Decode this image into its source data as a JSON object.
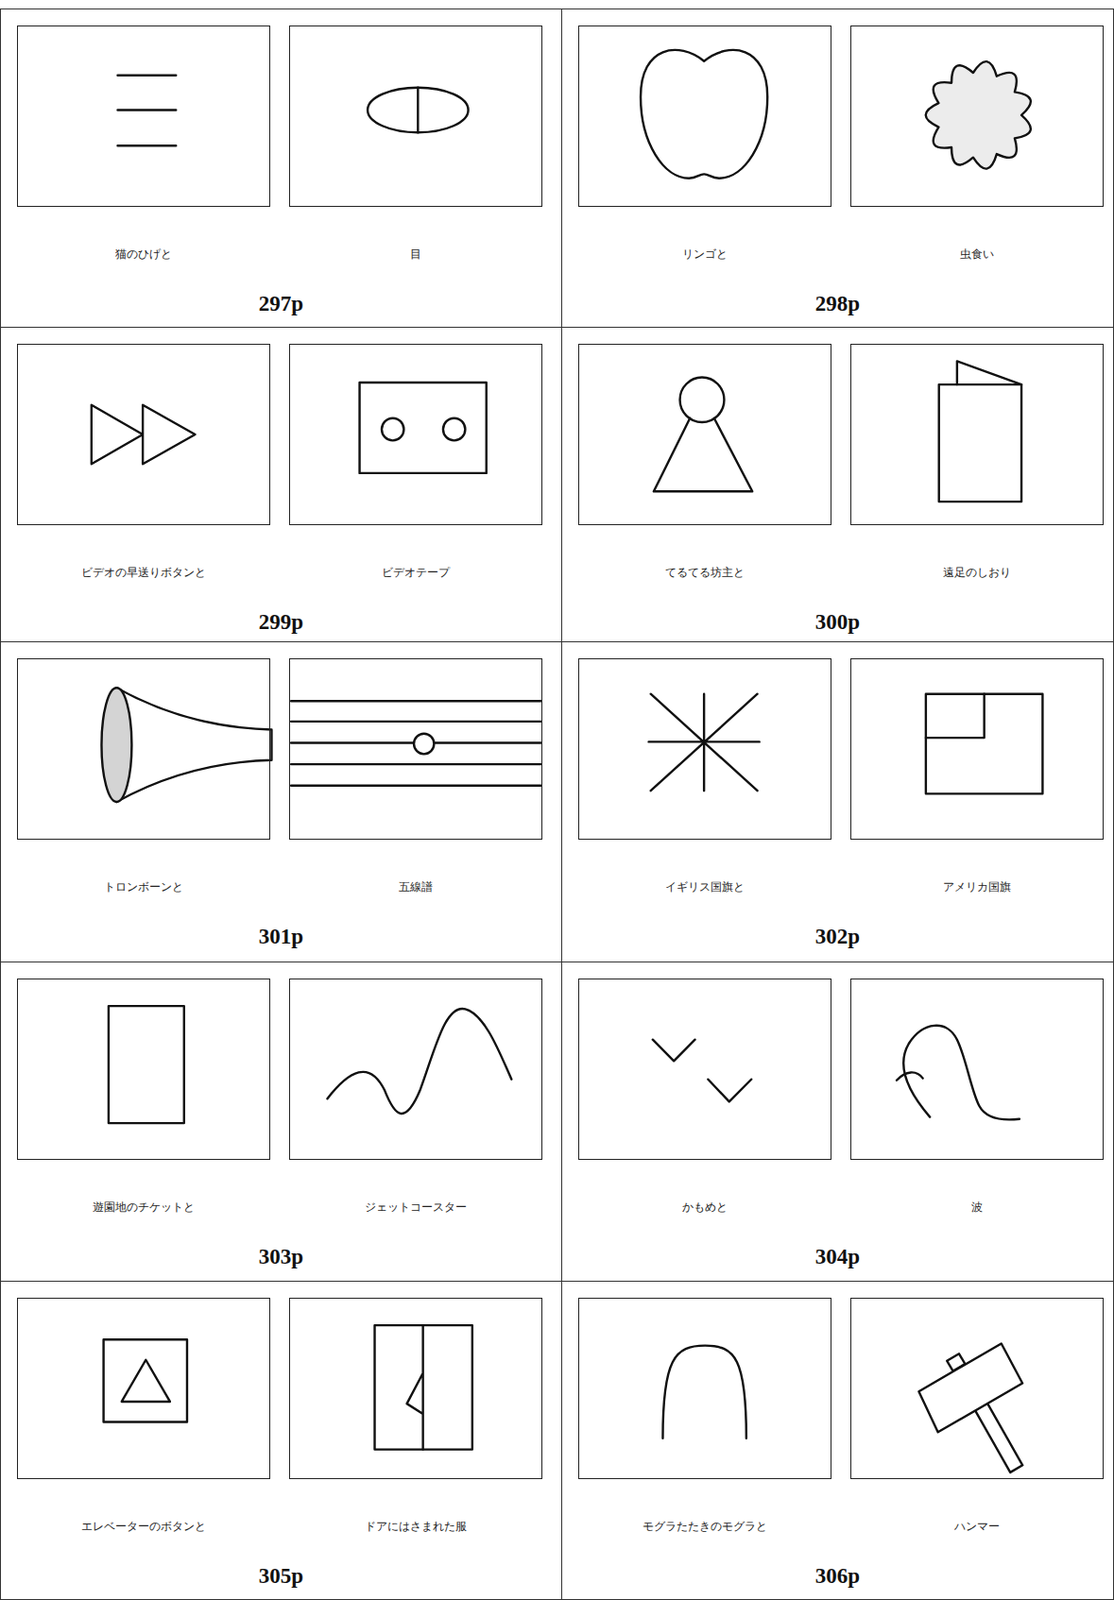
{
  "diagram": {
    "nodes": [
      {
        "text": [
          "297p"
        ]
      },
      {
        "text": [
          "猫のひげと"
        ],
        "in": 0
      },
      {
        "text": [
          "目"
        ],
        "in": 0
      },
      {
        "text": [
          "298p"
        ]
      },
      {
        "text": [
          "リンゴと"
        ],
        "in": 3
      },
      {
        "text": [
          "虫食い"
        ],
        "in": 3
      },
      {
        "text": [
          "299p"
        ]
      },
      {
        "text": [
          "ビデオの早送りボタンと"
        ],
        "in": 6
      },
      {
        "text": [
          "ビデオテープ"
        ],
        "in": 6
      },
      {
        "text": [
          "300p"
        ]
      },
      {
        "text": [
          "てるてる坊主と"
        ],
        "in": 9
      },
      {
        "text": [
          "遠足のしおり"
        ],
        "in": 9
      },
      {
        "text": [
          "301p"
        ]
      },
      {
        "text": [
          "トロンボーンと"
        ],
        "in": 12
      },
      {
        "text": [
          "五線譜"
        ],
        "in": 12
      },
      {
        "text": [
          "302p"
        ]
      },
      {
        "text": [
          "イギリス国旗と"
        ],
        "in": 15
      },
      {
        "text": [
          "アメリカ国旗"
        ],
        "in": 15
      },
      {
        "text": [
          "303p"
        ]
      },
      {
        "text": [
          "遊園地のチケットと"
        ],
        "in": 18
      },
      {
        "text": [
          "ジェットコースター"
        ],
        "in": 18
      },
      {
        "text": [
          "304p"
        ]
      },
      {
        "text": [
          "かもめと"
        ],
        "in": 21
      },
      {
        "text": [
          "波"
        ],
        "in": 21
      },
      {
        "text": [
          "305p"
        ]
      },
      {
        "text": [
          "エレベーターのボタンと"
        ],
        "in": 24
      },
      {
        "text": [
          "ドアにはさまれた服"
        ],
        "in": 24
      },
      {
        "text": [
          "306p"
        ]
      },
      {
        "text": [
          "モグラたたきのモグラと"
        ],
        "in": 27
      },
      {
        "text": [
          "ハンマー"
        ],
        "in": 27
      }
    ]
  }
}
